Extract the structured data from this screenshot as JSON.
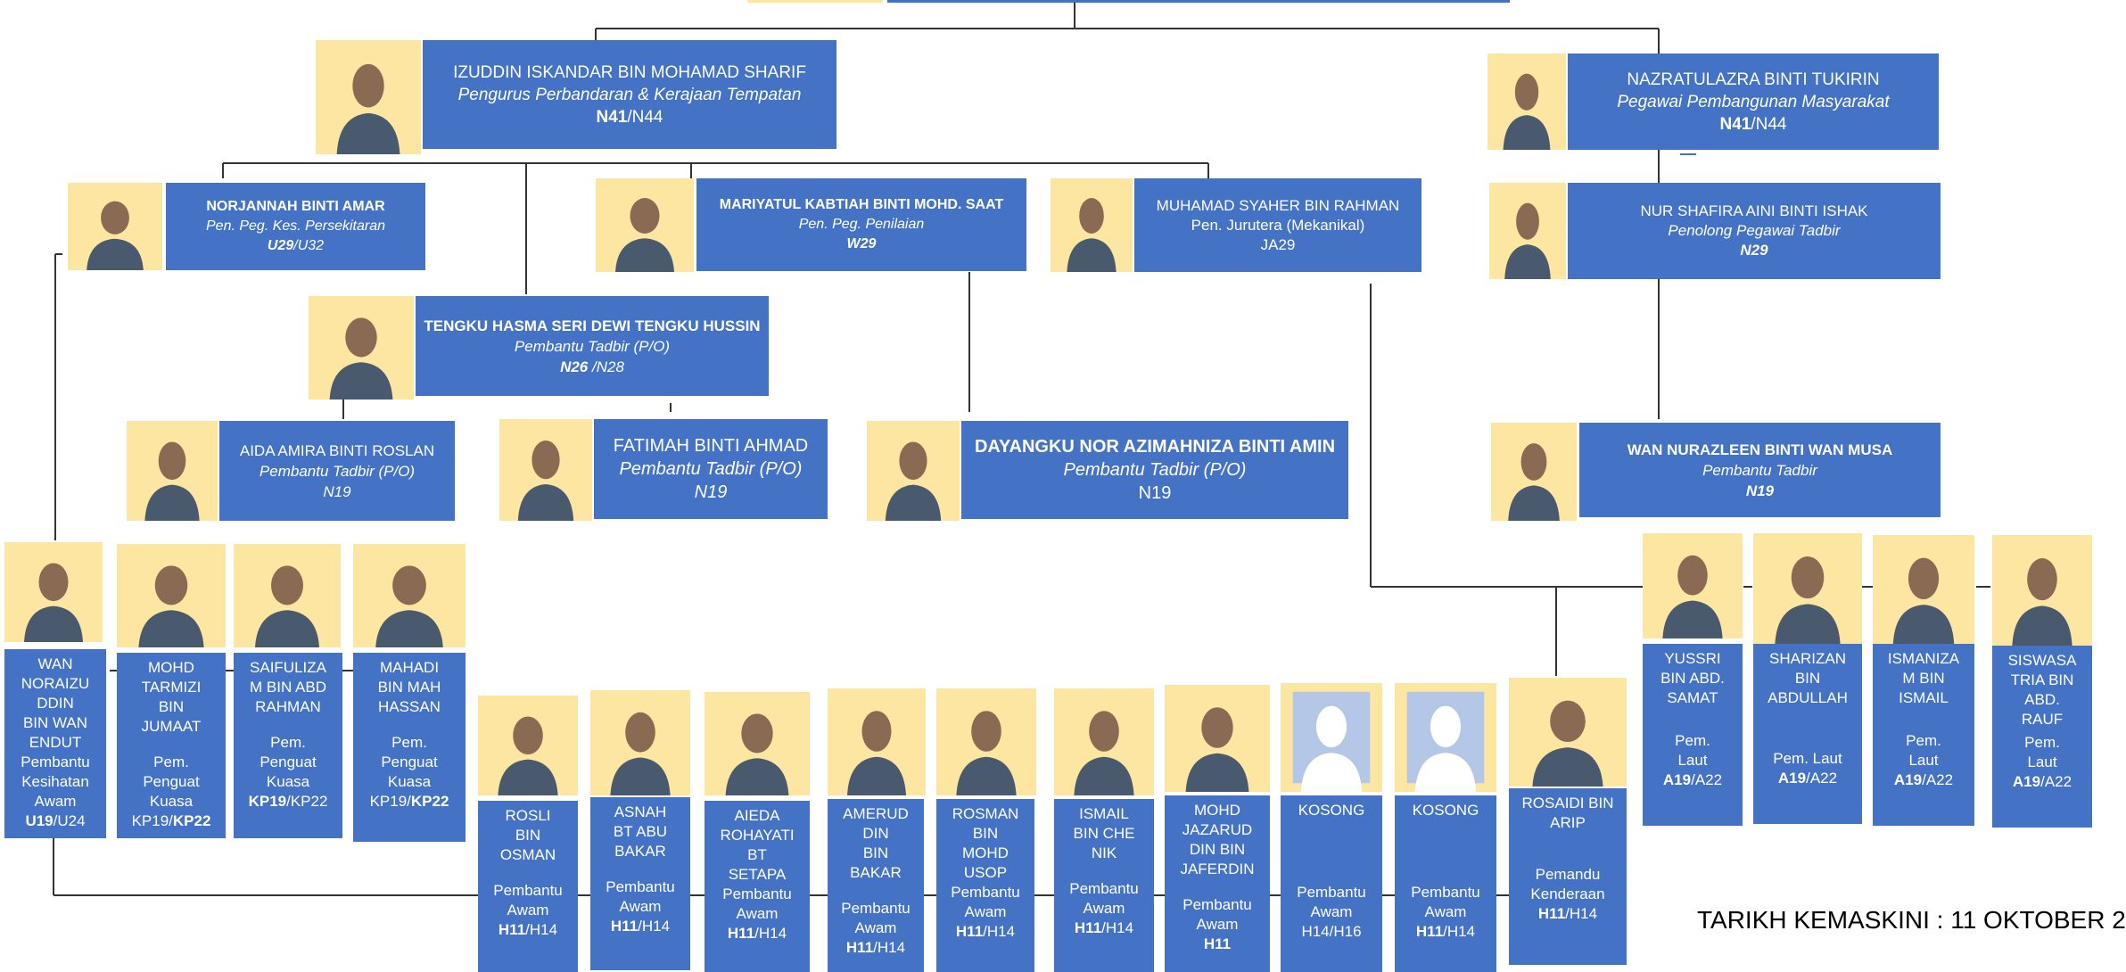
{
  "footer": "TARIKH KEMASKINI : 11 OKTOBER 2",
  "managers": [
    {
      "name": "IZUDDIN ISKANDAR BIN  MOHAMAD SHARIF",
      "title": "Pengurus Perbandaran  & Kerajaan Tempatan",
      "grade_main": "N41",
      "grade_rest": "/N44"
    },
    {
      "name": "NAZRATULAZRA BINTI TUKIRIN",
      "title": "Pegawai Pembangunan Masyarakat",
      "grade_main": "N41",
      "grade_rest": "/N44"
    }
  ],
  "officers": [
    {
      "name": "NORJANNAH BINTI AMAR",
      "title": "Pen. Peg. Kes. Persekitaran",
      "grade_main": "U29",
      "grade_rest": "/U32"
    },
    {
      "name": "MARIYATUL  KABTIAH BINTI  MOHD. SAAT",
      "title": "Pen. Peg.  Penilaian",
      "grade_main": "W29",
      "grade_rest": ""
    },
    {
      "name": "MUHAMAD SYAHER BIN   RAHMAN",
      "title": "Pen. Jurutera  (Mekanikal)",
      "grade_main": "",
      "grade_rest": "JA29"
    },
    {
      "name": "NUR SHAFIRA AINI BINTI ISHAK",
      "title": "Penolong Pegawai Tadbir",
      "grade_main": "N29",
      "grade_rest": ""
    },
    {
      "name": "TENGKU HASMA SERI DEWI TENGKU HUSSIN",
      "title": "Pembantu Tadbir (P/O)",
      "grade_main": "N26",
      "grade_rest": " /N28"
    }
  ],
  "assistants": [
    {
      "name": "AIDA AMIRA BINTI ROSLAN",
      "title": "Pembantu Tadbir (P/O)",
      "grade": "N19"
    },
    {
      "name": "FATIMAH BINTI AHMAD",
      "title": "Pembantu Tadbir (P/O)",
      "grade": "N19"
    },
    {
      "name": "DAYANGKU NOR  AZIMAHNIZA  BINTI  AMIN",
      "title": "Pembantu Tadbir (P/O)",
      "grade": "N19"
    },
    {
      "name": "WAN  NURAZLEEN  BINTI WAN  MUSA",
      "title": "Pembantu Tadbir",
      "grade": "N19"
    }
  ],
  "left_staff": [
    {
      "name": "WAN\nNORAIZU\nDDIN\nBIN WAN\nENDUT",
      "title": "Pembantu\nKesihatan\nAwam",
      "grade_main": "U19",
      "grade_rest": "/U24",
      "grade_pre": ""
    },
    {
      "name": "MOHD\nTARMIZI\nBIN\nJUMAAT",
      "title": "Pem.\nPenguat\nKuasa",
      "grade_pre": "KP19/",
      "grade_main": "KP22",
      "grade_rest": ""
    },
    {
      "name": "SAIFULIZA\nM BIN ABD\nRAHMAN",
      "title": "Pem.\nPenguat\nKuasa",
      "grade_pre": "",
      "grade_main": "KP19",
      "grade_rest": "/KP22"
    },
    {
      "name": "MAHADI\nBIN MAH\nHASSAN",
      "title": "Pem.\nPenguat\nKuasa",
      "grade_pre": "KP19/",
      "grade_main": "KP22",
      "grade_rest": ""
    }
  ],
  "bottom_staff": [
    {
      "name": "ROSLI\nBIN\nOSMAN",
      "title": "Pembantu\nAwam",
      "grade_main": "H11",
      "grade_rest": "/H14"
    },
    {
      "name": "ASNAH\nBT ABU\nBAKAR",
      "title": "Pembantu\nAwam",
      "grade_main": "H11",
      "grade_rest": "/H14"
    },
    {
      "name": "AIEDA\nROHAYATI\nBT\nSETAPA",
      "title": "Pembantu\nAwam",
      "grade_main": "H11",
      "grade_rest": "/H14"
    },
    {
      "name": "AMERUD\nDIN\nBIN\nBAKAR",
      "title": "Pembantu\nAwam",
      "grade_main": "H11",
      "grade_rest": "/H14"
    },
    {
      "name": "ROSMAN\nBIN\nMOHD\nUSOP",
      "title": "Pembantu\nAwam",
      "grade_main": "H11",
      "grade_rest": "/H14"
    },
    {
      "name": "ISMAIL\nBIN CHE\nNIK",
      "title": "Pembantu\nAwam",
      "grade_main": "H11",
      "grade_rest": "/H14"
    },
    {
      "name": "MOHD\nJAZARUD\nDIN  BIN\nJAFERDIN",
      "title": "Pembantu\nAwam",
      "grade_main": "H11",
      "grade_rest": ""
    },
    {
      "name": "KOSONG",
      "title": "Pembantu\nAwam",
      "grade_main": "",
      "grade_rest": "H14/H16"
    },
    {
      "name": "KOSONG",
      "title": "Pembantu\nAwam",
      "grade_main": "H11",
      "grade_rest": "/H14"
    },
    {
      "name": "ROSAIDI BIN\nARIP",
      "title": "Pemandu\nKenderaan",
      "grade_main": "H11",
      "grade_rest": "/H14"
    }
  ],
  "right_staff": [
    {
      "name": "YUSSRI\nBIN ABD.\nSAMAT",
      "title": "Pem.\nLaut",
      "grade_main": "A19",
      "grade_rest": "/A22"
    },
    {
      "name": "SHARIZAN\nBIN\nABDULLAH",
      "title": "Pem.  Laut",
      "grade_main": "A19",
      "grade_rest": "/A22"
    },
    {
      "name": "ISMANIZA\nM  BIN\nISMAIL",
      "title": "Pem.\nLaut",
      "grade_main": "A19",
      "grade_rest": "/A22"
    },
    {
      "name": "SISWASA\nTRIA BIN\nABD.\nRAUF",
      "title": "Pem.\nLaut",
      "grade_main": "A19",
      "grade_rest": "/A22"
    }
  ],
  "colors": {
    "card": "#4472c4",
    "photo_bg": "#fde6a2",
    "line": "#333333"
  }
}
